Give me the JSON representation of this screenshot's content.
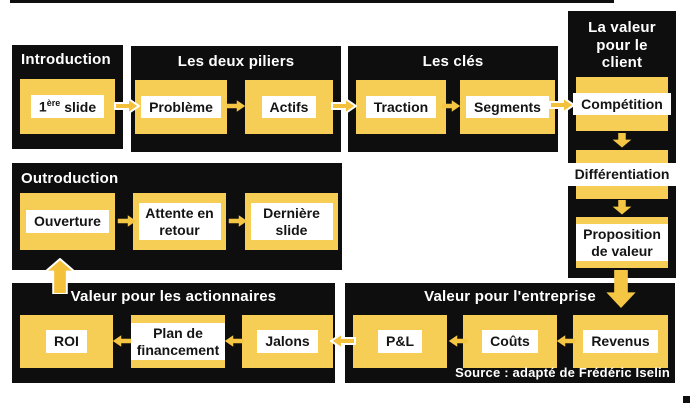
{
  "colors": {
    "background": "#ffffff",
    "panel_black": "#0e0e0e",
    "node_yellow": "#f6ce55",
    "arrow_yellow": "#f3c13b",
    "label_white": "#ffffff",
    "text_dark": "#141414"
  },
  "groups": {
    "introduction": {
      "title": "Introduction",
      "slide": {
        "num": "1",
        "sup": "ère",
        "rest": "slide"
      }
    },
    "piliers": {
      "title": "Les deux piliers",
      "items": [
        "Problème",
        "Actifs"
      ]
    },
    "cles": {
      "title": "Les clés",
      "items": [
        "Traction",
        "Segments"
      ]
    },
    "client": {
      "title": "La valeur pour le client",
      "items": [
        "Compétition",
        "Différentiation",
        "Proposition de valeur"
      ]
    },
    "outroduction": {
      "title": "Outroduction",
      "items": [
        "Ouverture",
        "Attente en retour",
        "Dernière slide"
      ]
    },
    "actionnaires": {
      "title": "Valeur pour les actionnaires",
      "items": [
        "ROI",
        "Plan de financement",
        "Jalons"
      ]
    },
    "entreprise": {
      "title": "Valeur pour l'entreprise",
      "items": [
        "P&L",
        "Coûts",
        "Revenus"
      ]
    }
  },
  "source_credit": "Source : adapté de Frédéric Iselin",
  "flow": [
    "1ère slide → Problème",
    "Problème → Actifs",
    "Actifs → Traction",
    "Traction → Segments",
    "Segments → Compétition",
    "Compétition → Différentiation",
    "Différentiation → Proposition de valeur",
    "Proposition de valeur → Revenus",
    "Revenus → Coûts",
    "Coûts → P&L",
    "P&L → Jalons",
    "Jalons → Plan de financement",
    "Plan de financement → ROI",
    "ROI → Ouverture",
    "Ouverture → Attente en retour",
    "Attente en retour → Dernière slide"
  ]
}
